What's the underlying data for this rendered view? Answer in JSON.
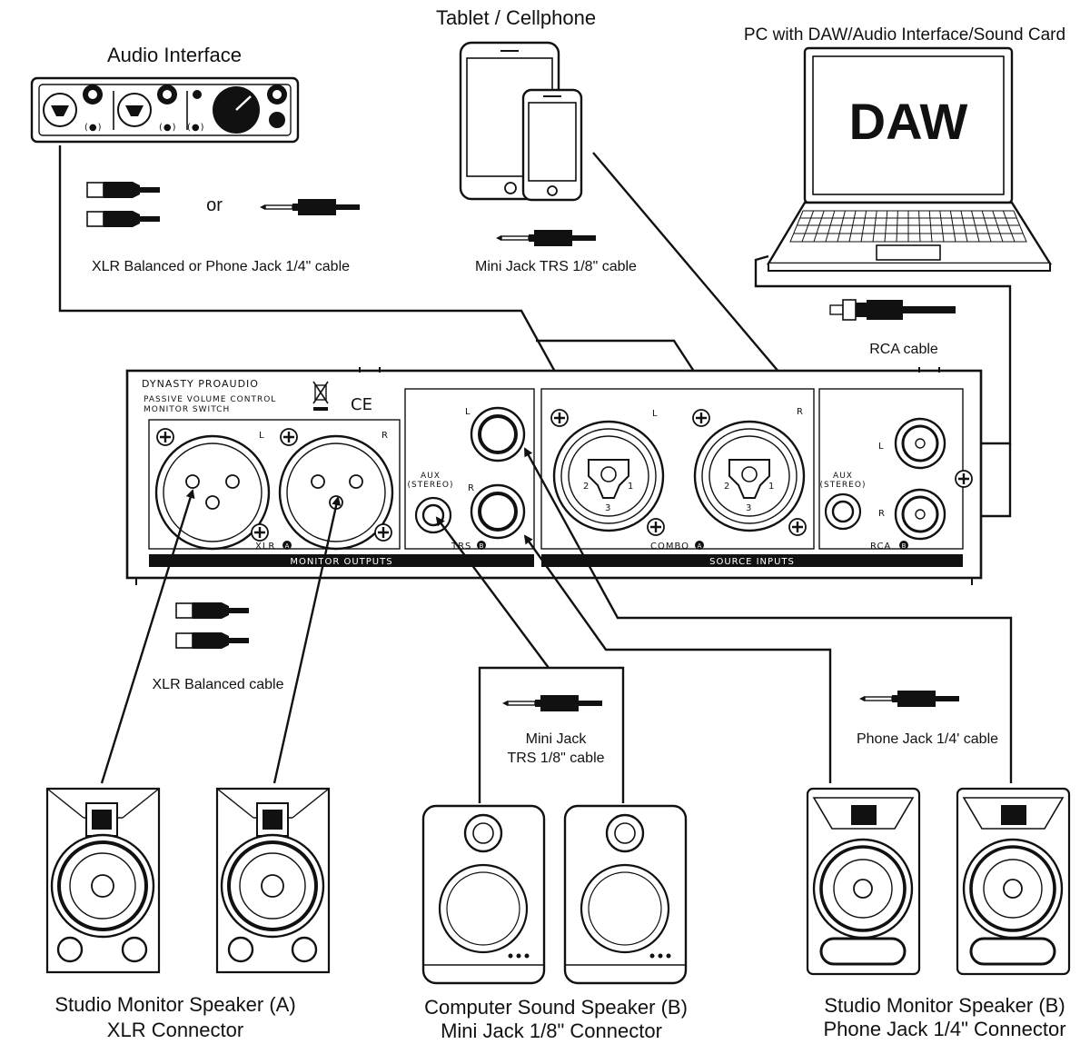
{
  "devices": {
    "audio_interface": "Audio Interface",
    "tablet": "Tablet / Cellphone",
    "pc": "PC with DAW/Audio Interface/Sound Card",
    "daw_screen": "DAW"
  },
  "cables": {
    "or": "or",
    "xlr_or_jack": "XLR Balanced or Phone Jack 1/4\" cable",
    "mini_jack_top": "Mini Jack TRS 1/8\" cable",
    "rca": "RCA cable",
    "xlr_balanced": "XLR Balanced cable",
    "mini_jack_line1": "Mini Jack",
    "mini_jack_line2": "TRS 1/8\" cable",
    "phone_jack": "Phone Jack 1/4' cable"
  },
  "panel": {
    "brand": "DYNASTY PROAUDIO",
    "model_line1": "PASSIVE VOLUME CONTROL",
    "model_line2": "MONITOR SWITCH",
    "ce": "CE",
    "L": "L",
    "R": "R",
    "aux_line1": "AUX",
    "aux_line2": "(STEREO)",
    "xlr": "XLR",
    "trs": "TRS",
    "combo": "COMBO",
    "rca": "RCA",
    "badge_a": "A",
    "badge_b": "B",
    "monitor_outputs": "MONITOR OUTPUTS",
    "source_inputs": "SOURCE INPUTS",
    "pin1": "1",
    "pin2": "2",
    "pin3": "3"
  },
  "speakers": {
    "a_line1": "Studio Monitor Speaker (A)",
    "a_line2": "XLR Connector",
    "comp_line1": "Computer Sound Speaker (B)",
    "comp_line2": "Mini Jack 1/8\" Connector",
    "b_line1": "Studio Monitor Speaker (B)",
    "b_line2": "Phone Jack 1/4\" Connector"
  }
}
